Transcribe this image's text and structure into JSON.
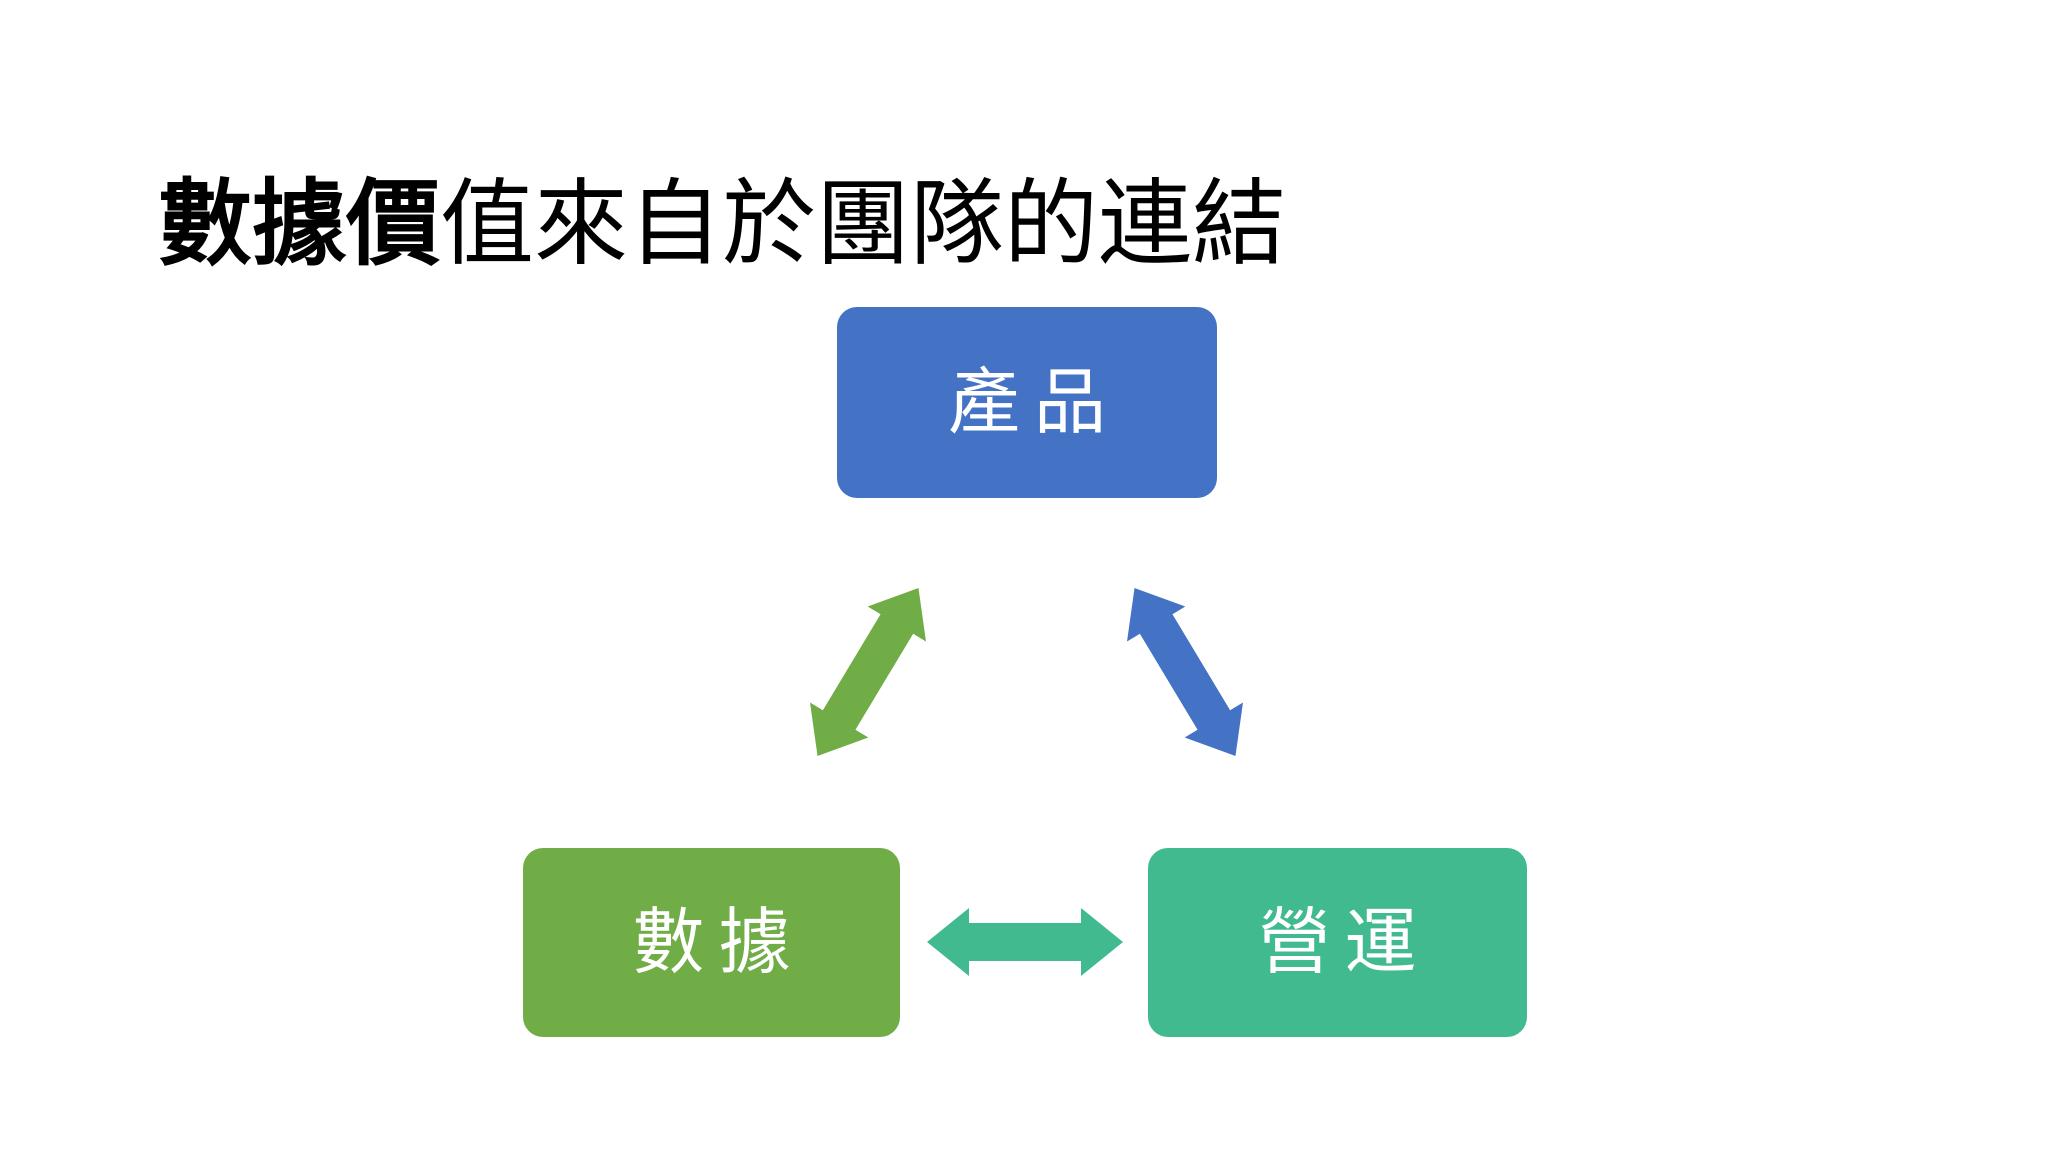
{
  "slide": {
    "title": {
      "bold_segment": "數據價",
      "regular_segment": "值來自於團隊的連結"
    },
    "diagram": {
      "nodes": [
        {
          "id": "product",
          "label": "產品",
          "color": "#4472C4"
        },
        {
          "id": "data",
          "label": "數據",
          "color": "#70AD47"
        },
        {
          "id": "operations",
          "label": "營運",
          "color": "#42BA90"
        }
      ],
      "connectors": [
        {
          "id": "product-data",
          "between": [
            "產品",
            "數據"
          ],
          "style": "double-headed-arrow",
          "color": "#70AD47"
        },
        {
          "id": "product-operations",
          "between": [
            "產品",
            "營運"
          ],
          "style": "double-headed-arrow",
          "color": "#4472C4"
        },
        {
          "id": "data-operations",
          "between": [
            "數據",
            "營運"
          ],
          "style": "double-headed-arrow",
          "color": "#42BA90"
        }
      ]
    },
    "colors": {
      "background": "#FFFFFF",
      "title_text": "#000000",
      "node_text": "#FFFFFF"
    }
  }
}
